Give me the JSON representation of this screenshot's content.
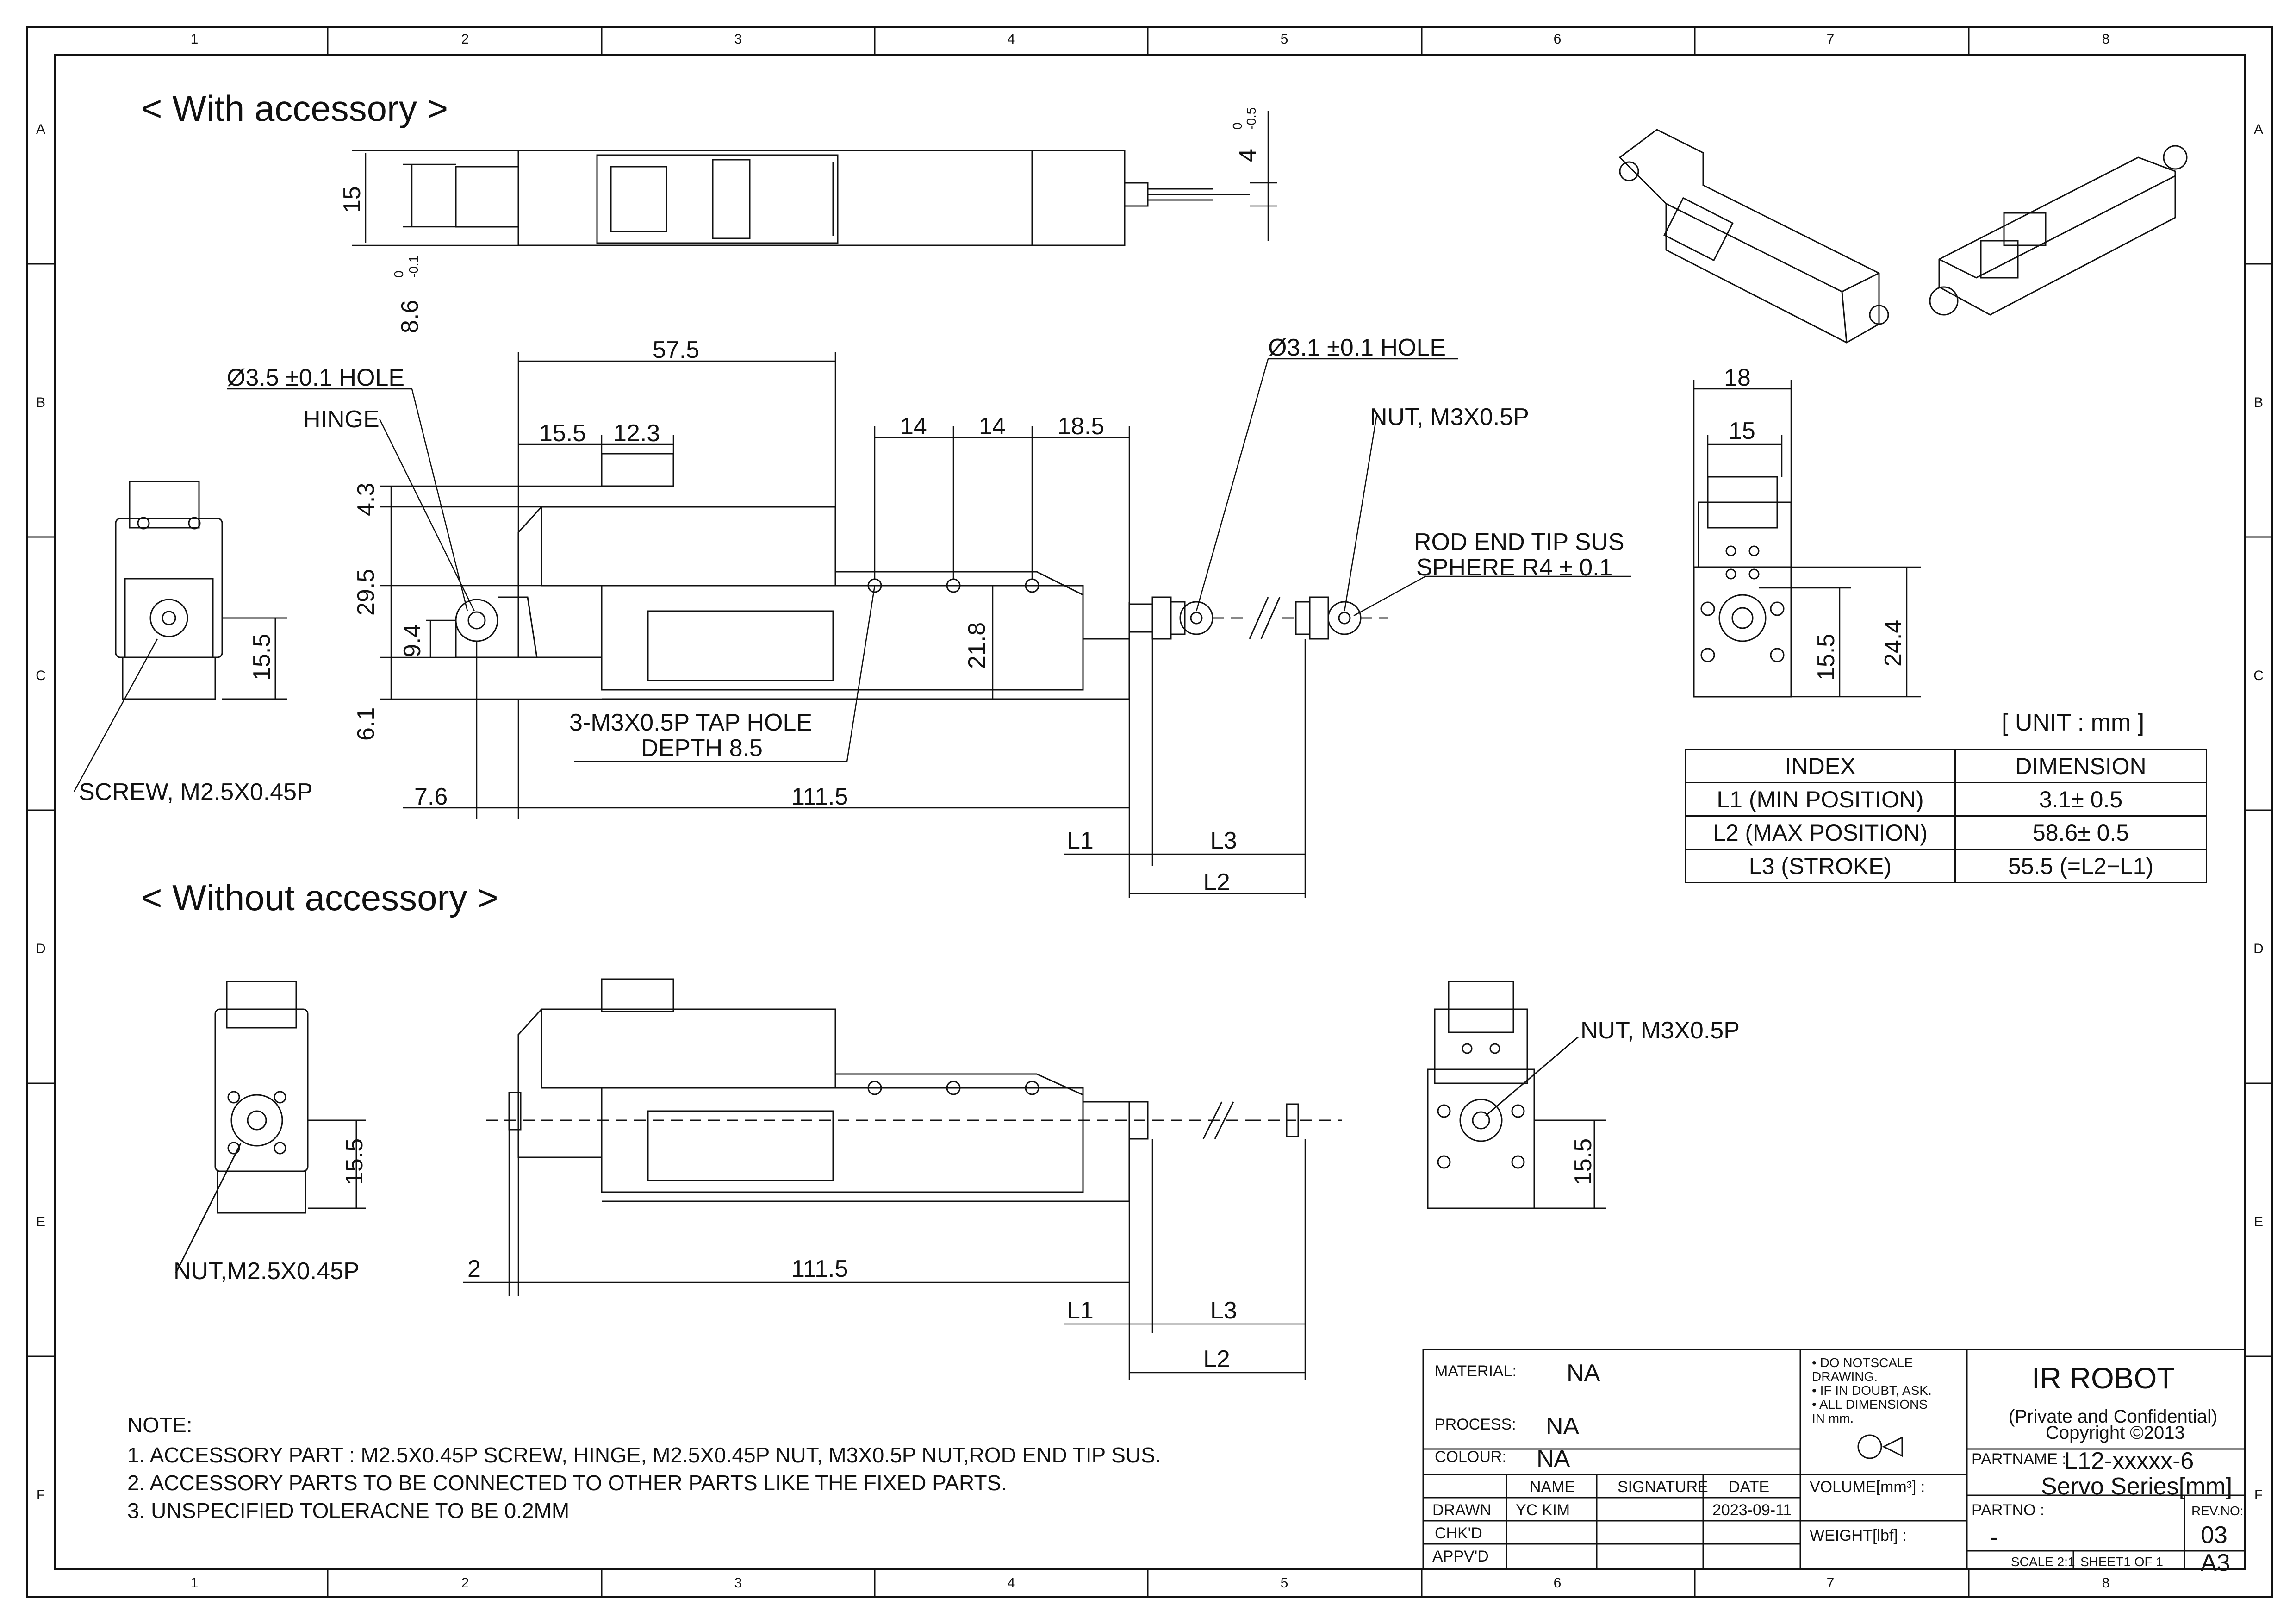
{
  "border": {
    "columns": [
      "1",
      "2",
      "3",
      "4",
      "5",
      "6",
      "7",
      "8"
    ],
    "rows": [
      "A",
      "B",
      "C",
      "D",
      "E",
      "F"
    ]
  },
  "sections": {
    "with_accessory": "< With accessory >",
    "without_accessory": "< Without accessory >"
  },
  "callouts": {
    "hole_35": "Ø3.5 ±0.1 HOLE",
    "hinge": "HINGE",
    "hole_31": "Ø3.1 ±0.1 HOLE",
    "nut_m3_top": "NUT, M3X0.5P",
    "rod_end_1": "ROD END TIP SUS",
    "rod_end_2": "SPHERE R4 ± 0.1",
    "tap_hole_1": "3-M3X0.5P TAP HOLE",
    "tap_hole_2": "DEPTH 8.5",
    "screw": "SCREW, M2.5X0.45P",
    "nut_m25": "NUT,M2.5X0.45P",
    "nut_m3_bottom": "NUT, M3X0.5P"
  },
  "dimensions": {
    "top_height": "15",
    "top_thick": "8.6",
    "top_thick_tol_upper": "0",
    "top_thick_tol_lower": "-0.1",
    "rod_dia": "4",
    "rod_dia_tol_upper": "0",
    "rod_dia_tol_lower": "-0.5",
    "d57_5": "57.5",
    "d15_5_top": "15.5",
    "d12_3": "12.3",
    "d14_a": "14",
    "d14_b": "14",
    "d18_5": "18.5",
    "d4_3": "4.3",
    "d29_5": "29.5",
    "d9_4": "9.4",
    "d6_1": "6.1",
    "d21_8": "21.8",
    "d7_6": "7.6",
    "d111_5_a": "111.5",
    "l1_a": "L1",
    "l3_a": "L3",
    "l2_a": "L2",
    "side_15_5_a": "15.5",
    "d18": "18",
    "d15": "15",
    "end_15_5": "15.5",
    "end_24_4": "24.4",
    "side_15_5_b": "15.5",
    "end_15_5_b": "15.5",
    "d2": "2",
    "d111_5_b": "111.5",
    "l1_b": "L1",
    "l3_b": "L3",
    "l2_b": "L2"
  },
  "unit_table": {
    "unit": "[ UNIT : mm ]",
    "headers": [
      "INDEX",
      "DIMENSION"
    ],
    "rows": [
      [
        "L1 (MIN POSITION)",
        "3.1± 0.5"
      ],
      [
        "L2 (MAX POSITION)",
        "58.6± 0.5"
      ],
      [
        "L3 (STROKE)",
        "55.5 (=L2−L1)"
      ]
    ]
  },
  "notes": {
    "title": "NOTE:",
    "lines": [
      "1. ACCESSORY PART :  M2.5X0.45P SCREW, HINGE, M2.5X0.45P NUT, M3X0.5P NUT,ROD END TIP SUS.",
      "2. ACCESSORY PARTS TO BE CONNECTED TO OTHER PARTS LIKE THE  FIXED PARTS.",
      "3. UNSPECIFIED TOLERACNE TO BE 0.2MM"
    ]
  },
  "title_block": {
    "material_label": "MATERIAL:",
    "material": "NA",
    "process_label": "PROCESS:",
    "process": "NA",
    "colour_label": "COLOUR:",
    "colour": "NA",
    "col_name": "NAME",
    "col_signature": "SIGNATURE",
    "col_date": "DATE",
    "drawn_label": "DRAWN",
    "drawn_name": "YC KIM",
    "drawn_date": "2023-09-11",
    "chkd_label": "CHK'D",
    "appvd_label": "APPV'D",
    "scale_notes": [
      "• DO NOTSCALE",
      "  DRAWING.",
      "• IF IN DOUBT, ASK.",
      "• ALL DIMENSIONS",
      "  IN mm."
    ],
    "volume_label": "VOLUME[mm³] :",
    "weight_label": "WEIGHT[lbf] :",
    "company": "IR ROBOT",
    "confidential": "(Private and Confidential)",
    "copyright": "Copyright ©2013",
    "partname_label": "PARTNAME :",
    "partname": "L12-xxxxx-6",
    "series": "Servo Series[mm]",
    "partno_label": "PARTNO :",
    "partno": "-",
    "revno_label": "REV.NO:",
    "revno": "03",
    "scale": "SCALE  2:1",
    "sheet": "SHEET1 OF 1",
    "size": "A3"
  }
}
